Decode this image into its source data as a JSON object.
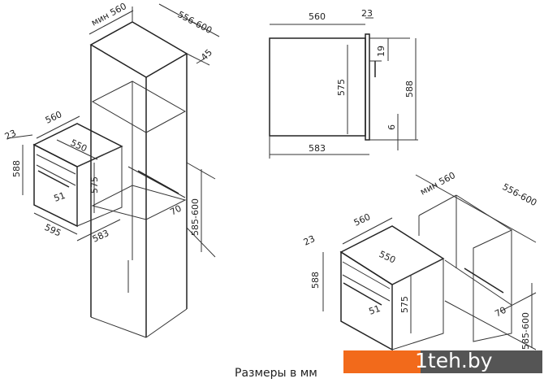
{
  "left_drawing": {
    "cabinet_width": "мин 560",
    "cabinet_depth": "556-600",
    "top_gap": "45",
    "oven_width": "560",
    "oven_depth": "550",
    "oven_front_offset": "23",
    "oven_height": "588",
    "oven_body_height": "575",
    "handle": "51",
    "front_width": "595",
    "body_depth": "583",
    "vent": "70",
    "niche_height": "585-600"
  },
  "side_view": {
    "depth": "560",
    "front": "23",
    "top_offset": "19",
    "body_height": "575",
    "total_height": "588",
    "bottom_offset": "6",
    "total_depth": "583"
  },
  "right_drawing": {
    "cabinet_width": "мин 560",
    "cabinet_depth": "556-600",
    "oven_width": "560",
    "oven_depth": "550",
    "oven_front_offset": "23",
    "oven_height": "588",
    "oven_body_height": "575",
    "handle": "51",
    "vent": "70",
    "niche_height": "585-600"
  },
  "caption": "Размеры в мм",
  "watermark": "1teh.by"
}
